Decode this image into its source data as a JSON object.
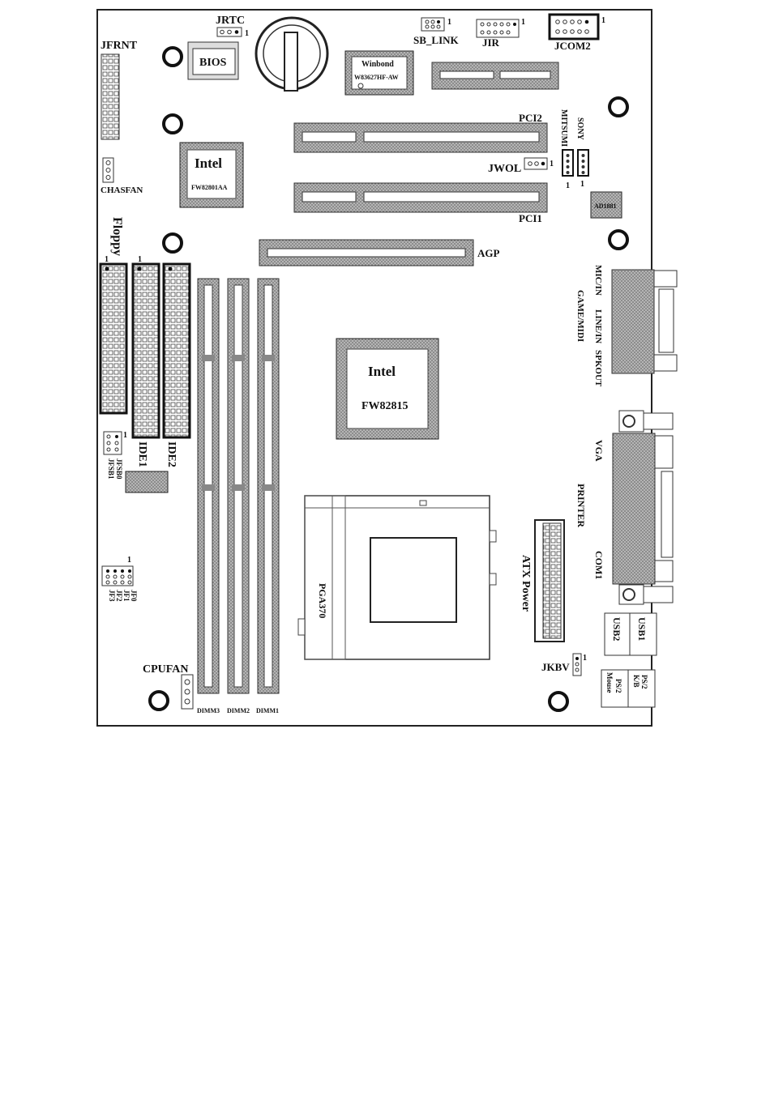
{
  "labels": {
    "jrtc": "JRTC",
    "jfrnt": "JFRNT",
    "bios": "BIOS",
    "winbond": "Winbond",
    "winbond_part": "W83627HF-AW",
    "sb_link": "SB_LINK",
    "jir": "JIR",
    "jcom2": "JCOM2",
    "pci2": "PCI2",
    "pci1": "PCI1",
    "mitsumi": "MITSUMI",
    "sony": "SONY",
    "jwol": "JWOL",
    "intel_ich": "Intel",
    "ich_part": "FW82801AA",
    "chasfan": "CHASFAN",
    "ad_chip": "AD1881",
    "agp": "AGP",
    "floppy": "Floppy",
    "ide1": "IDE1",
    "ide2": "IDE2",
    "mic_in": "MIC/IN",
    "line_in": "LINE/IN",
    "spk_out": "SPKOUT",
    "game_midi": "GAME/MIDI",
    "intel_gmch": "Intel",
    "gmch_part": "FW82815",
    "jfsb0": "JFSB0",
    "jfsb1": "JFSB1",
    "vga": "VGA",
    "printer": "PRINTER",
    "com1": "COM1",
    "pga370": "PGA370",
    "atx_power": "ATX Power",
    "jf0": "JF0",
    "jf1": "JF1",
    "jf2": "JF2",
    "jf3": "JF3",
    "usb1": "USB1",
    "usb2": "USB2",
    "jkbv": "JKBV",
    "cpufan": "CPUFAN",
    "ps2_kb": "PS/2",
    "ps2_kb2": "K/B",
    "ps2_mouse": "PS/2",
    "ps2_mouse2": "Mouse",
    "dimm3": "DIMM3",
    "dimm2": "DIMM2",
    "dimm1": "DIMM1",
    "pin1": "1"
  }
}
